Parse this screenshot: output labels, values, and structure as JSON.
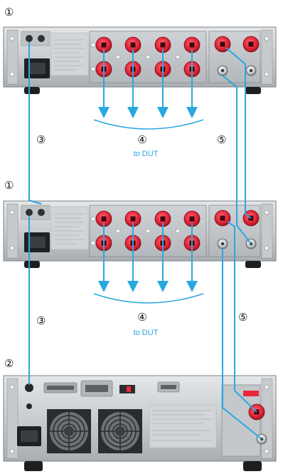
{
  "labels": {
    "scanner_top_number": "①",
    "scanner_mid_number": "①",
    "tester_number": "②",
    "cable_interlock_top": "③",
    "cable_interlock_mid": "③",
    "outputs_top": "④",
    "outputs_mid": "④",
    "hv_cable_top": "⑤",
    "hv_cable_mid": "⑤",
    "to_dut_top": "to DUT",
    "to_dut_mid": "to DUT"
  },
  "colors": {
    "accent_blue": "#29a8e0",
    "terminal_red": "#e8283c",
    "panel_light": "#d9dcde",
    "panel_mid": "#b9bdc0",
    "panel_dark": "#8e9396"
  },
  "icons": {
    "arrow": "down-arrow-icon",
    "fan": "fan-icon",
    "power_inlet": "power-inlet-icon",
    "terminal": "hv-terminal-icon"
  }
}
